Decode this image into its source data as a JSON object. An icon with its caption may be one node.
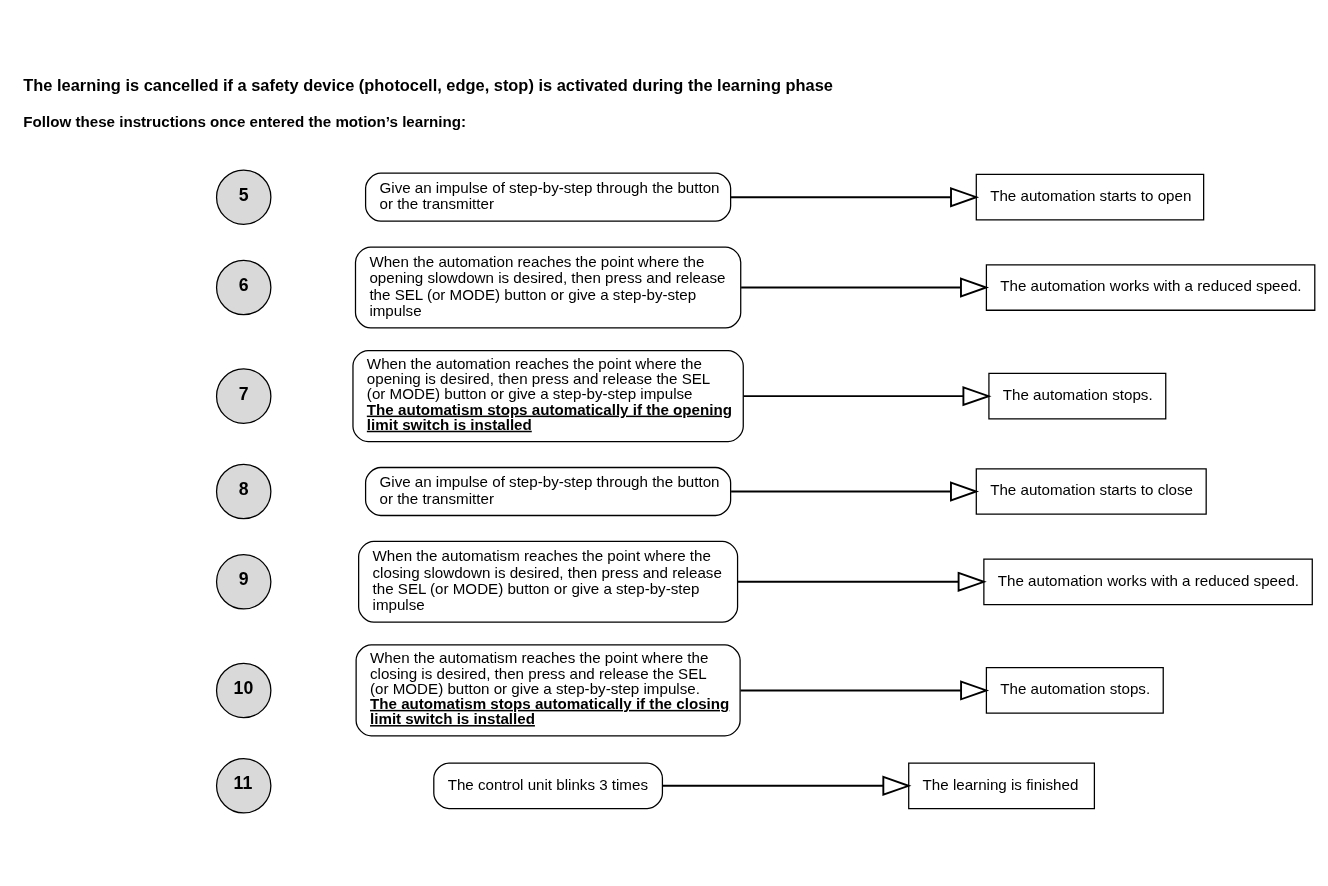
{
  "diagram": {
    "title": "The learning is cancelled if a safety device (photocell, edge, stop) is activated during the learning phase",
    "nodes": [
      {
        "text": [
          "5"
        ]
      },
      {
        "text": [
          "Give an impulse of step-by-step through the button or the transmitter"
        ]
      },
      {
        "text": [
          "The automation starts to open"
        ]
      },
      {
        "text": [
          "6"
        ]
      },
      {
        "text": [
          "When the automation reaches the point where the opening slowdown is desired, then press and release the SEL (or MODE) button or give a step-by-step impulse"
        ]
      },
      {
        "text": [
          "The automation works with a reduced speed."
        ]
      },
      {
        "text": [
          "7"
        ]
      },
      {
        "text": [
          "When the automation reaches the point where the opening is desired, then press and release the SEL (or MODE) button or give a step-by-step impulse",
          "The automatism stops automatically if the opening limit switch is installed"
        ]
      },
      {
        "text": [
          "The automation stops."
        ]
      },
      {
        "text": [
          "8"
        ]
      },
      {
        "text": [
          "Give an impulse of step-by-step through the button or the transmitter"
        ]
      },
      {
        "text": [
          "The automation starts to close"
        ]
      },
      {
        "text": [
          "9"
        ]
      },
      {
        "text": [
          "When the automatism reaches the point where the closing slowdown is desired, then press and release the SEL (or MODE) button or give a step-by-step impulse"
        ]
      },
      {
        "text": [
          "The automation works with a reduced speed."
        ]
      },
      {
        "text": [
          "10"
        ]
      },
      {
        "text": [
          "When the automatism reaches the point where the closing is desired, then press and release the SEL (or MODE) button or give a step-by-step impulse.",
          "The automatism stops automatically if the closing limit switch is installed"
        ]
      },
      {
        "text": [
          "The automation stops."
        ]
      },
      {
        "text": [
          "11"
        ]
      },
      {
        "text": [
          "The control unit blinks 3 times"
        ]
      },
      {
        "text": [
          "The learning is finished"
        ]
      }
    ],
    "edges": [
      {
        "from": 1,
        "to": 2,
        "arrow": "to"
      },
      {
        "from": 4,
        "to": 5,
        "arrow": "to"
      },
      {
        "from": 7,
        "to": 8,
        "arrow": "to"
      },
      {
        "from": 10,
        "to": 11,
        "arrow": "to"
      },
      {
        "from": 13,
        "to": 14,
        "arrow": "to"
      },
      {
        "from": 16,
        "to": 17,
        "arrow": "to"
      },
      {
        "from": 19,
        "to": 20,
        "arrow": "to"
      }
    ],
    "labels": [
      "Follow these instructions once entered the motion’s learning:"
    ]
  }
}
